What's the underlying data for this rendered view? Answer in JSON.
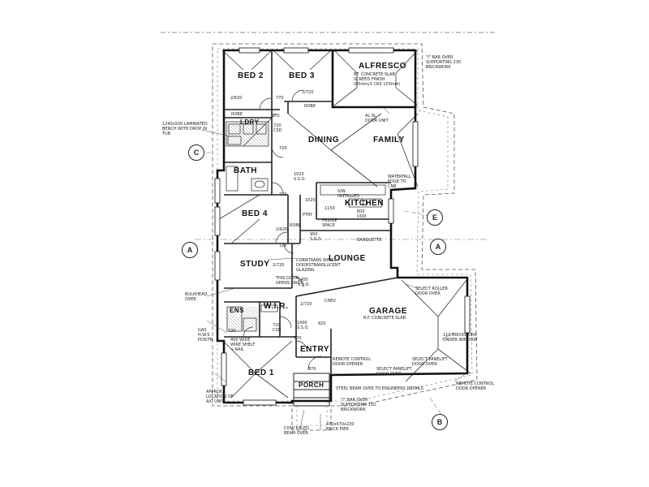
{
  "rooms": {
    "bed2": "BED 2",
    "bed3": "BED 3",
    "alfresco": "ALFRESCO",
    "ldry": "LDRY",
    "dining": "DINING",
    "family": "FAMILY",
    "bath": "BATH",
    "kitchen": "KITCHEN",
    "bed4": "BED 4",
    "study": "STUDY",
    "lounge": "LOUNGE",
    "ens": "ENS",
    "wir": "W.I.R.",
    "garage": "GARAGE",
    "entry": "ENTRY",
    "bed1": "BED 1",
    "porch": "PORCH"
  },
  "grid_markers": {
    "c": "C",
    "a_left": "A",
    "a_right": "A",
    "e": "E",
    "b": "B"
  },
  "notes": {
    "alfresco_note": "\"I\" BAR OVER\nSUPPORTING 230\nBRICKWORK",
    "alfresco_slab": "RF. CONCRETE SLAB\nSCREED FINISH\n(65mm/1 CRS 150mm)",
    "bench_note": "1240x930 LAMINATED\nBENCH WITH DROP IN\nTUB",
    "door_unit": "AL SL\nDOOR UNIT",
    "waterfall": "WATERFALL\nEDGE TO\nCNR",
    "installed": "S/W\nINSTALLED",
    "cornice": "CORNTRANS WIN31\nDOORSTRANSLUCENT\nGLAZING",
    "door_fire": "THIS DOOR\nOPENS FIRST",
    "bulkhead": "BULKHEAD\nOVER",
    "gas_hws": "GAS\nH.W.S\nPOSITN",
    "wire_shelf": "400 WIDE\nWIRE SHELF\n+ RAIL",
    "select_roller": "SELECT ROLLER\nDOOR OVER",
    "garage_slab": "R.F. CONCRETE SLAB",
    "under_window": "110 BRICKWORK\nUNDER WINDOW",
    "remote_left": "REMOTE CONTROL\nDOOR OPENER",
    "panel_left": "SELECT PANELIFT\nDOOR OVER",
    "panel_right": "SELECT PANELIFT\nDOOR OVER",
    "remote_right": "REMOTE CONTROL\nDOOR OPENER",
    "steel_beam": "STEEL BEAM OVER TO ENGINEERS DETAILS",
    "porch_ibar": "\"I\" BAR OVER\nSUPPORTING 110\nBRICKWORK",
    "approx_ac": "APPROX.\nLOCATION OF\nA/C UNIT",
    "concealed": "CONCEALED\nBEAM OVER",
    "brick_pier": "470x470x230\nBRICK PIER",
    "robe1": "ROBE",
    "robe2": "ROBE",
    "robe3": "ROBE",
    "pantry": "PTRY",
    "fridge": "FRIDGE\nSPACE",
    "bar_note": "BANQUETTE",
    "bayn": "CHEV.",
    "linen": "LIN"
  },
  "dims": {
    "d2620": "2/620",
    "d3720": "3/720",
    "d770a": "770",
    "d770b": "770",
    "d720": "720\nCSD",
    "d720b": "720",
    "d770c": "770",
    "d1020": "1020\nS.S.O.",
    "d1150": "1150",
    "d600": "600\nUDD",
    "d2620b": "2/620",
    "d950": "950\nS.S.O.",
    "d2720": "2/720",
    "d1400": "1400\nS.S.O.",
    "d2720b": "2/720",
    "d1400b": "1400\nS.S.O.",
    "d720c": "720\nCSD",
    "d770d": "770",
    "d820": "820",
    "d870": "870",
    "d720d": "720",
    "d1020b": "1020"
  }
}
